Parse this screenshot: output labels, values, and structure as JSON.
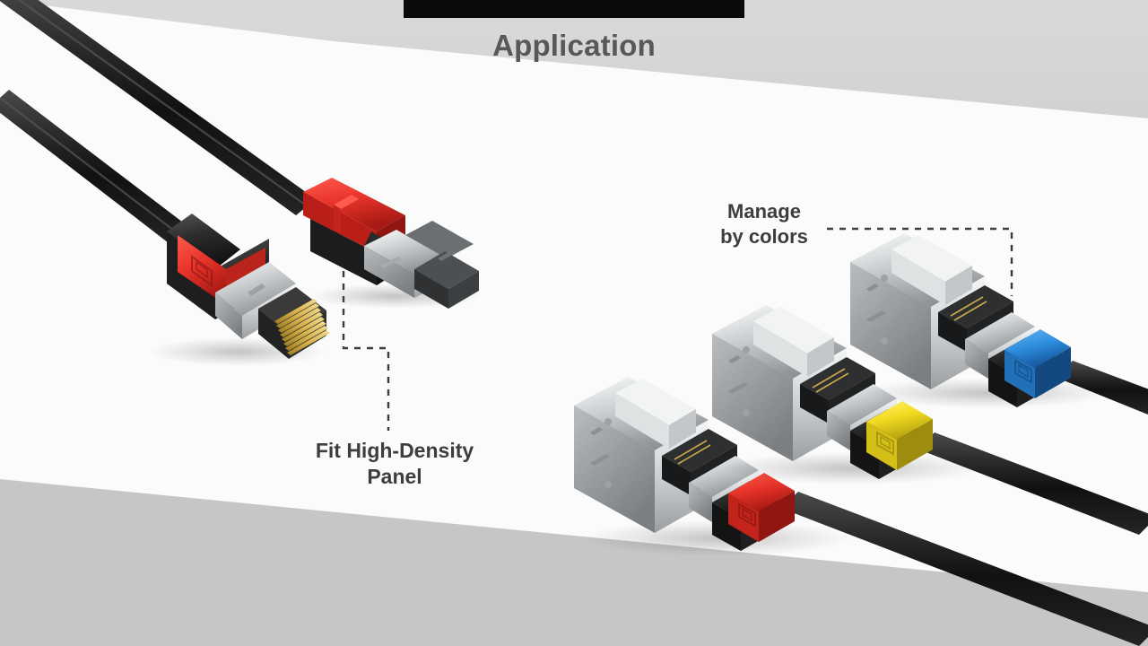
{
  "page": {
    "title": "Application",
    "title_color": "#585858",
    "background_color": "#fbfbfb",
    "band_color": "#d6d6d6",
    "bar_color": "#0a0a0a"
  },
  "callouts": [
    {
      "id": "fit-high-density-panel",
      "line1": "Fit High-Density",
      "line2": "Panel",
      "text_color": "#3d3d3d",
      "leader": "dashed"
    },
    {
      "id": "manage-by-colors",
      "line1": "Manage",
      "line2": "by colors",
      "text_color": "#3d3d3d",
      "leader": "dashed"
    }
  ],
  "products": {
    "plugs": [
      {
        "id": "plug-red-front",
        "boot_color": "#e8332a",
        "body_color": "#2b2b2b",
        "shield_color": "#c9ccce",
        "contact_color": "#d8b24a",
        "view": "front-contacts",
        "logo": "brand-emboss"
      },
      {
        "id": "plug-red-side",
        "boot_color": "#e8332a",
        "body_color": "#2b2b2b",
        "shield_color": "#c9ccce",
        "latch_color": "#e8332a",
        "view": "side-latch",
        "logo": "brand-emboss"
      }
    ],
    "keystone_assemblies": [
      {
        "id": "keystone-red",
        "jack_color": "#c7cacb",
        "boot_color": "#e8332a",
        "body_color": "#2b2b2b",
        "cable_color": "#1c1c1c",
        "logo": "brand-emboss"
      },
      {
        "id": "keystone-yellow",
        "jack_color": "#c7cacb",
        "boot_color": "#f2dc20",
        "body_color": "#2b2b2b",
        "cable_color": "#1c1c1c",
        "logo": "brand-emboss"
      },
      {
        "id": "keystone-blue",
        "jack_color": "#c7cacb",
        "boot_color": "#2f8fe0",
        "body_color": "#2b2b2b",
        "cable_color": "#1c1c1c",
        "logo": "brand-emboss"
      }
    ],
    "cables": [
      {
        "id": "cable-upper-left",
        "color": "#1c1c1c"
      },
      {
        "id": "cable-lower-left",
        "color": "#1c1c1c"
      },
      {
        "id": "cable-red-right",
        "color": "#1c1c1c"
      },
      {
        "id": "cable-yellow-right",
        "color": "#1c1c1c"
      },
      {
        "id": "cable-blue-right",
        "color": "#1c1c1c"
      }
    ]
  }
}
